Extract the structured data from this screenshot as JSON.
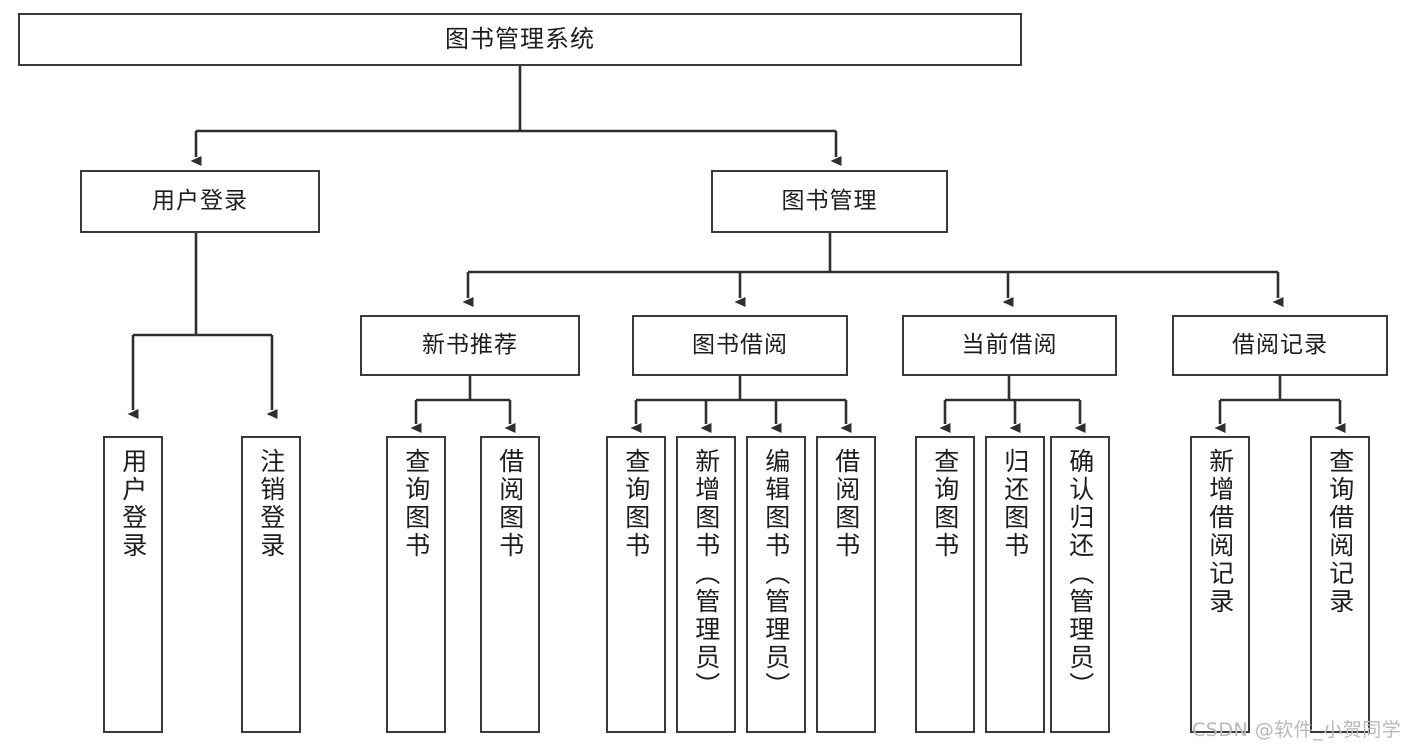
{
  "diagram": {
    "title": "图书管理系统",
    "root": {
      "label": "图书管理系统"
    },
    "level2": [
      {
        "label": "用户登录"
      },
      {
        "label": "图书管理"
      }
    ],
    "level3": [
      {
        "label": "新书推荐"
      },
      {
        "label": "图书借阅"
      },
      {
        "label": "当前借阅"
      },
      {
        "label": "借阅记录"
      }
    ],
    "leaves": {
      "user_login": [
        {
          "label": "用户登录"
        },
        {
          "label": "注销登录"
        }
      ],
      "new_book_recommend": [
        {
          "label": "查询图书"
        },
        {
          "label": "借阅图书"
        }
      ],
      "book_borrow": [
        {
          "label": "查询图书"
        },
        {
          "label": "新增图书（管理员）"
        },
        {
          "label": "编辑图书（管理员）"
        },
        {
          "label": "借阅图书"
        }
      ],
      "current_borrow": [
        {
          "label": "查询图书"
        },
        {
          "label": "归还图书"
        },
        {
          "label": "确认归还（管理员）"
        }
      ],
      "borrow_record": [
        {
          "label": "新增借阅记录"
        },
        {
          "label": "查询借阅记录"
        }
      ]
    }
  },
  "watermark": {
    "text": "CSDN @软件_小贺同学"
  },
  "colors": {
    "border": "#3a3a3a",
    "background": "#ffffff",
    "text": "#1d1d1d",
    "watermark": "#b9b9b9"
  }
}
